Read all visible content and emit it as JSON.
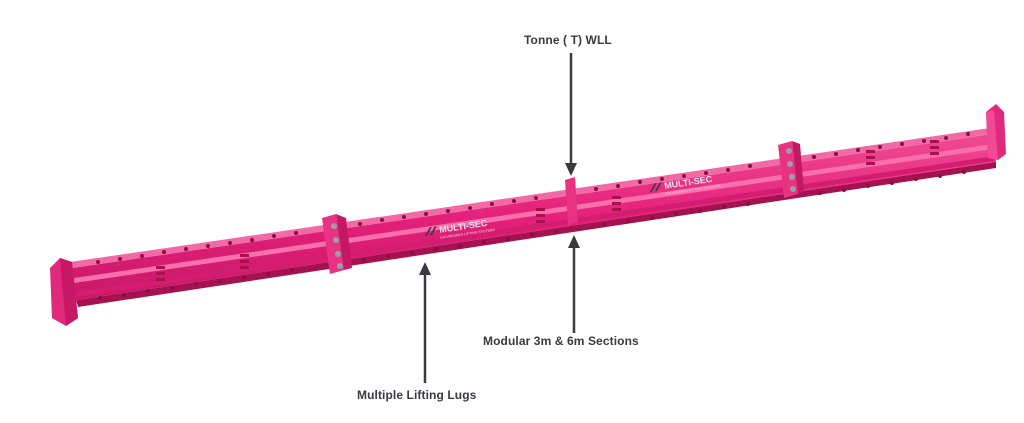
{
  "product": {
    "name": "Multi-Sec modular spreader beam",
    "color": "#e5207a",
    "color_dark": "#b8155f",
    "color_light": "#f05a9a"
  },
  "logo": {
    "brand": "MULTI-SEC",
    "tagline": "ENGINEERED LIFTING SYSTEMS"
  },
  "callouts": [
    {
      "id": "wll",
      "label": "Tonne (     T) WLL",
      "direction": "down"
    },
    {
      "id": "sections",
      "label": "Modular 3m & 6m Sections",
      "direction": "up"
    },
    {
      "id": "lugs",
      "label": "Multiple Lifting Lugs",
      "direction": "up"
    }
  ],
  "colors": {
    "background": "#ffffff",
    "label_text": "#3a3a40",
    "arrow": "#3a3a40"
  }
}
